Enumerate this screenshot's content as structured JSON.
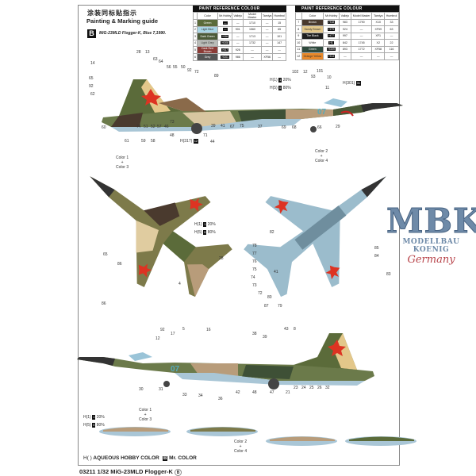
{
  "header": {
    "title_cn": "涂装同标贴指示",
    "title_en": "Painting & Marking guide",
    "scheme_badge": "B",
    "scheme_name": "MiG-23MLD Flogger-K, Blue 7,1990."
  },
  "paint_table": {
    "caption": "PAINT REFERENCE COLOUR",
    "columns": [
      "",
      "Color",
      "Mr.Hobby",
      "Vallejo",
      "Model Master",
      "Tamiya",
      "Humbrol"
    ],
    "rows": [
      {
        "no": "1",
        "name": "Green",
        "color": "#5b6b3a",
        "mr_hobby": "—",
        "vallejo": "—",
        "model_master": "1710",
        "tamiya": "—",
        "humbrol": "15"
      },
      {
        "no": "2",
        "name": "Light Blue",
        "color": "#a9d6e6",
        "mr_hobby": "—",
        "vallejo": "901",
        "model_master": "1560",
        "tamiya": "—",
        "humbrol": "65"
      },
      {
        "no": "3",
        "name": "Dark Green",
        "color": "#4b5a38",
        "mr_hobby": "H36",
        "vallejo": "—",
        "model_master": "1713",
        "tamiya": "—",
        "humbrol": "101"
      },
      {
        "no": "4",
        "name": "Light Grey",
        "color": "#b9bcb8",
        "mr_hobby": "H308",
        "vallejo": "—",
        "model_master": "1732",
        "tamiya": "—",
        "humbrol": "147"
      },
      {
        "no": "5",
        "name": "Dark Red Brown",
        "color": "#8b3b36",
        "mr_hobby": "H37",
        "vallejo": "926",
        "model_master": "—",
        "tamiya": "—",
        "humbrol": "—"
      },
      {
        "no": "6",
        "name": "Grey",
        "color": "#555555",
        "mr_hobby": "H301",
        "vallejo": "986",
        "model_master": "—",
        "tamiya": "XF56",
        "humbrol": "—"
      },
      {
        "no": "7",
        "name": "Brown",
        "color": "#4a3a2e",
        "mr_hobby": "H18",
        "vallejo": "983",
        "model_master": "1790",
        "tamiya": "X10",
        "humbrol": "33"
      },
      {
        "no": "8",
        "name": "Sandy Brown",
        "color": "#e3c78a",
        "mr_hobby": "H79",
        "vallejo": "924",
        "model_master": "—",
        "tamiya": "XF59",
        "humbrol": "63"
      },
      {
        "no": "9",
        "name": "Tire Black",
        "color": "#1e1e1e",
        "mr_hobby": "H77",
        "vallejo": "997",
        "model_master": "—",
        "tamiya": "XF1",
        "humbrol": "—"
      },
      {
        "no": "10",
        "name": "White",
        "color": "#ffffff",
        "mr_hobby": "H1",
        "vallejo": "842",
        "model_master": "1745",
        "tamiya": "X2",
        "humbrol": "22"
      },
      {
        "no": "11",
        "name": "Green",
        "color": "#2f4a3e",
        "mr_hobby": "H309",
        "vallejo": "893",
        "model_master": "1772",
        "tamiya": "XF58",
        "humbrol": "116"
      },
      {
        "no": "12",
        "name": "Orange Yellow",
        "color": "#e8892a",
        "mr_hobby": "H14",
        "vallejo": "—",
        "model_master": "—",
        "tamiya": "—",
        "humbrol": "—"
      }
    ]
  },
  "callouts": {
    "side_top": [
      "28",
      "13",
      "14",
      "63",
      "64",
      "56",
      "55",
      "50",
      "92",
      "72",
      "65",
      "92",
      "62",
      "89",
      "102",
      "12",
      "93",
      "101",
      "10",
      "11",
      "60",
      "74",
      "51",
      "52",
      "57",
      "46",
      "73",
      "39",
      "41",
      "67",
      "75",
      "37",
      "69",
      "68",
      "66",
      "29",
      "61",
      "59",
      "58",
      "48",
      "71",
      "44"
    ],
    "top_view": [
      "65",
      "86",
      "86",
      "28",
      "4"
    ],
    "bottom_view": [
      "82",
      "41",
      "78",
      "77",
      "76",
      "75",
      "74",
      "73",
      "72",
      "80",
      "85",
      "84",
      "83",
      "87",
      "79"
    ],
    "side_bottom": [
      "92",
      "12",
      "16",
      "17",
      "5",
      "38",
      "39",
      "43",
      "8",
      "30",
      "31",
      "33",
      "34",
      "36",
      "42",
      "48",
      "47",
      "21",
      "23",
      "24",
      "25",
      "26",
      "32"
    ]
  },
  "paint_notes": {
    "white_20": "20%",
    "grey_80": "80%",
    "h1": "H(1)",
    "h5": "H(5)",
    "h301": "H(301)",
    "h317": "H(317)",
    "color_1_3_a": "Color 1",
    "color_1_3_b": "Color 3",
    "color_2_4_a": "Color 2",
    "color_2_4_b": "Color 4",
    "plus": "+"
  },
  "markings": {
    "tail_number": "07"
  },
  "legend": {
    "aqueous": "AQUEOUS HOBBY COLOR",
    "aqueous_icon": "H( )",
    "mr_color": "Mr. COLOR",
    "mr_color_icon": "B"
  },
  "footer": {
    "text": "03211 1/32 MiG-23MLD Flogger-K",
    "badge": "B"
  },
  "logo": {
    "title": "MBK",
    "subtitle": "MODELLBAU KOENIG",
    "country": "Germany"
  }
}
